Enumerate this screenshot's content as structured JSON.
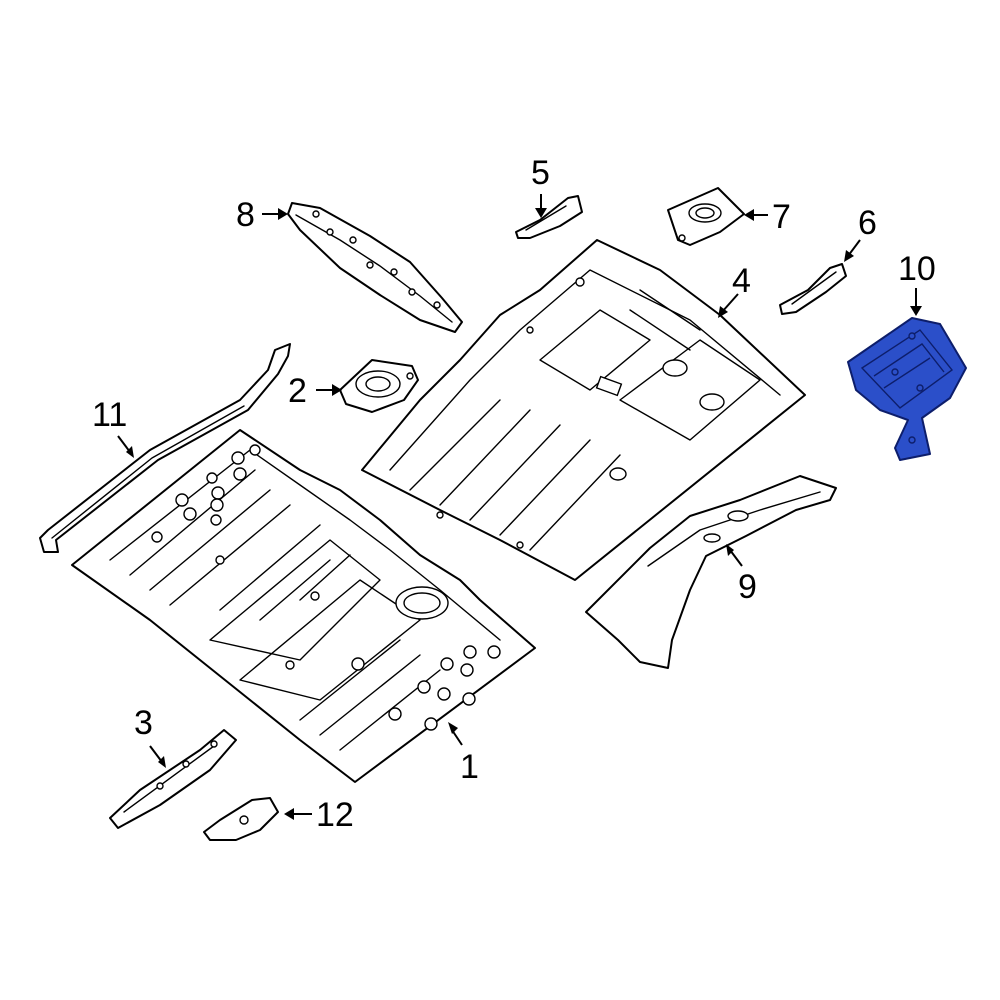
{
  "diagram": {
    "highlight_color": "#2b4fc9",
    "callouts": [
      {
        "id": "1",
        "label": "1"
      },
      {
        "id": "2",
        "label": "2"
      },
      {
        "id": "3",
        "label": "3"
      },
      {
        "id": "4",
        "label": "4"
      },
      {
        "id": "5",
        "label": "5"
      },
      {
        "id": "6",
        "label": "6"
      },
      {
        "id": "7",
        "label": "7"
      },
      {
        "id": "8",
        "label": "8"
      },
      {
        "id": "9",
        "label": "9"
      },
      {
        "id": "10",
        "label": "10"
      },
      {
        "id": "11",
        "label": "11"
      },
      {
        "id": "12",
        "label": "12"
      }
    ],
    "highlighted_part": "10"
  }
}
